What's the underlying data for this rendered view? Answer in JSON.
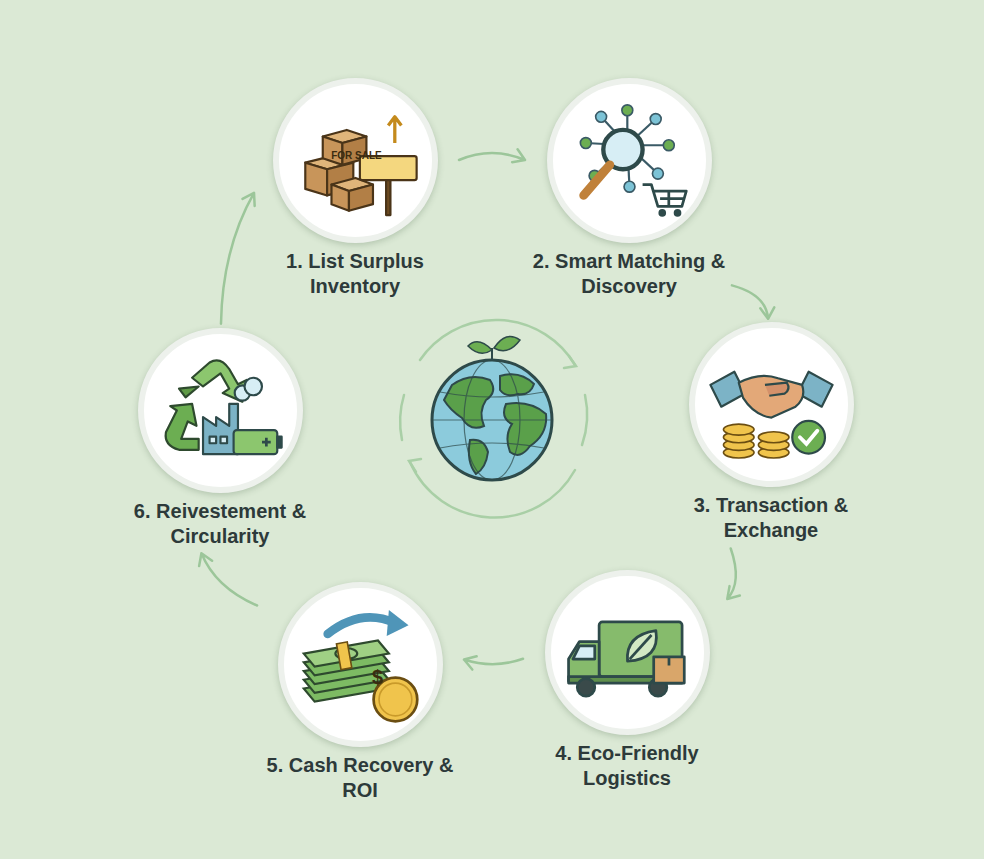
{
  "diagram": {
    "nodes": [
      {
        "text": [
          "1. List Surplus Inventory"
        ]
      },
      {
        "text": [
          "2. Smart Matching & Discovery"
        ]
      },
      {
        "text": [
          "3. Transaction & Exchange"
        ]
      },
      {
        "text": [
          "4. Eco-Friendly Logistics"
        ]
      },
      {
        "text": [
          "5. Cash Recovery & ROI"
        ]
      },
      {
        "text": [
          "6. Reivestement & Circularity"
        ]
      }
    ],
    "edges": [
      {
        "from": 0,
        "to": 1,
        "arrow": "to"
      },
      {
        "from": 1,
        "to": 2,
        "arrow": "to"
      },
      {
        "from": 2,
        "to": 3,
        "arrow": "to"
      },
      {
        "from": 3,
        "to": 4,
        "arrow": "to"
      },
      {
        "from": 4,
        "to": 5,
        "arrow": "to"
      },
      {
        "from": 5,
        "to": 0,
        "arrow": "to"
      }
    ],
    "labels": [
      "FOR SALE",
      "$"
    ]
  }
}
